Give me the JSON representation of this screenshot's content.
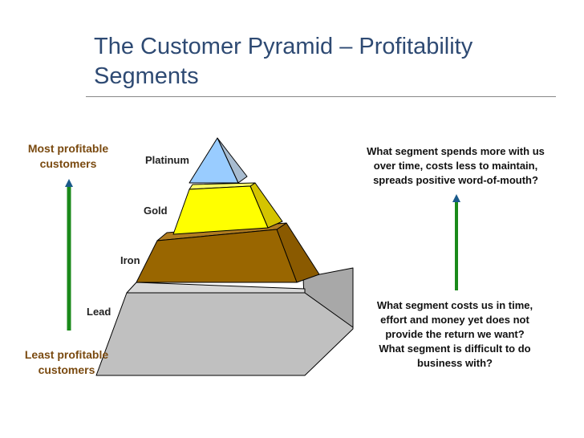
{
  "title": {
    "line1": "The Customer Pyramid – Profitability",
    "line2": "Segments"
  },
  "left_axis": {
    "top_label": {
      "line1": "Most profitable",
      "line2": "customers"
    },
    "bottom_label": {
      "line1": "Least profitable",
      "line2": "customers"
    },
    "arrow_color": "#1a8a1a"
  },
  "tiers": [
    {
      "label": "Platinum",
      "front": "#99ccff",
      "side": "#a8bcd0",
      "top": "#c4daf2"
    },
    {
      "label": "Gold",
      "front": "#ffff00",
      "side": "#d4c400",
      "top": "#ffff66"
    },
    {
      "label": "Iron",
      "front": "#996600",
      "side": "#8a5a00",
      "top": "#b07c20"
    },
    {
      "label": "Lead",
      "front": "#c0c0c0",
      "side": "#a8a8a8",
      "top": "#d8d8d8"
    }
  ],
  "right_panel": {
    "top_question": {
      "line1": "What segment spends more with us",
      "line2": "over time, costs less to maintain,",
      "line3": "spreads positive word-of-mouth?"
    },
    "bottom_question": {
      "line1": "What segment costs us in time,",
      "line2": "effort and money yet does not",
      "line3": "provide the return we want?",
      "line4": "What segment is difficult to do",
      "line5": "business with?"
    },
    "arrow_color": "#1a8a1a"
  }
}
